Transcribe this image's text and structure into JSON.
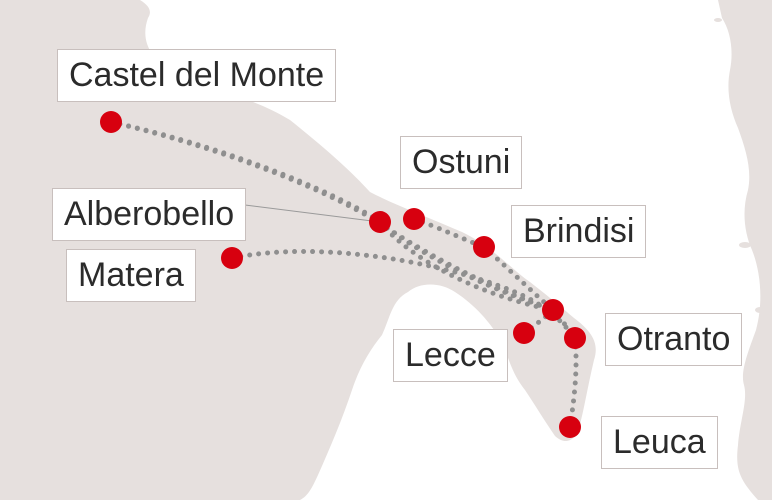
{
  "colors": {
    "land": "#e6e0de",
    "sea": "#ffffff",
    "dot": "#d7000f",
    "route": "#8f8f8f",
    "label_border": "#c8bfbd",
    "label_text": "#2b2b2b"
  },
  "places": {
    "castel_del_monte": "Castel del Monte",
    "ostuni": "Ostuni",
    "alberobello": "Alberobello",
    "brindisi": "Brindisi",
    "matera": "Matera",
    "otranto": "Otranto",
    "lecce": "Lecce",
    "leuca": "Leuca"
  }
}
